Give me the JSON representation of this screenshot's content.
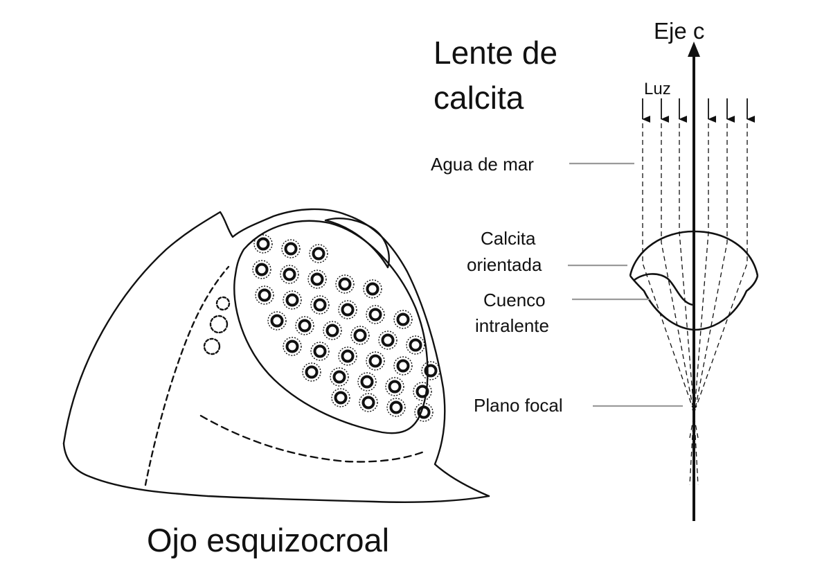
{
  "lens_title": {
    "line1": "Lente de",
    "line2": "calcita"
  },
  "axis_label": "Eje c",
  "light_label": "Luz",
  "labels": {
    "seawater": "Agua de mar",
    "calcite_line1": "Calcita",
    "calcite_line2": "orientada",
    "bowl_line1": "Cuenco",
    "bowl_line2": "intralente",
    "focal_plane": "Plano focal"
  },
  "eye_caption": "Ojo esquizocroal",
  "lens_counts": {
    "rows": [
      3,
      5,
      6,
      6,
      6,
      5,
      4
    ]
  },
  "colors": {
    "ink": "#111111",
    "leader": "#9a9a9a",
    "background": "#ffffff"
  }
}
